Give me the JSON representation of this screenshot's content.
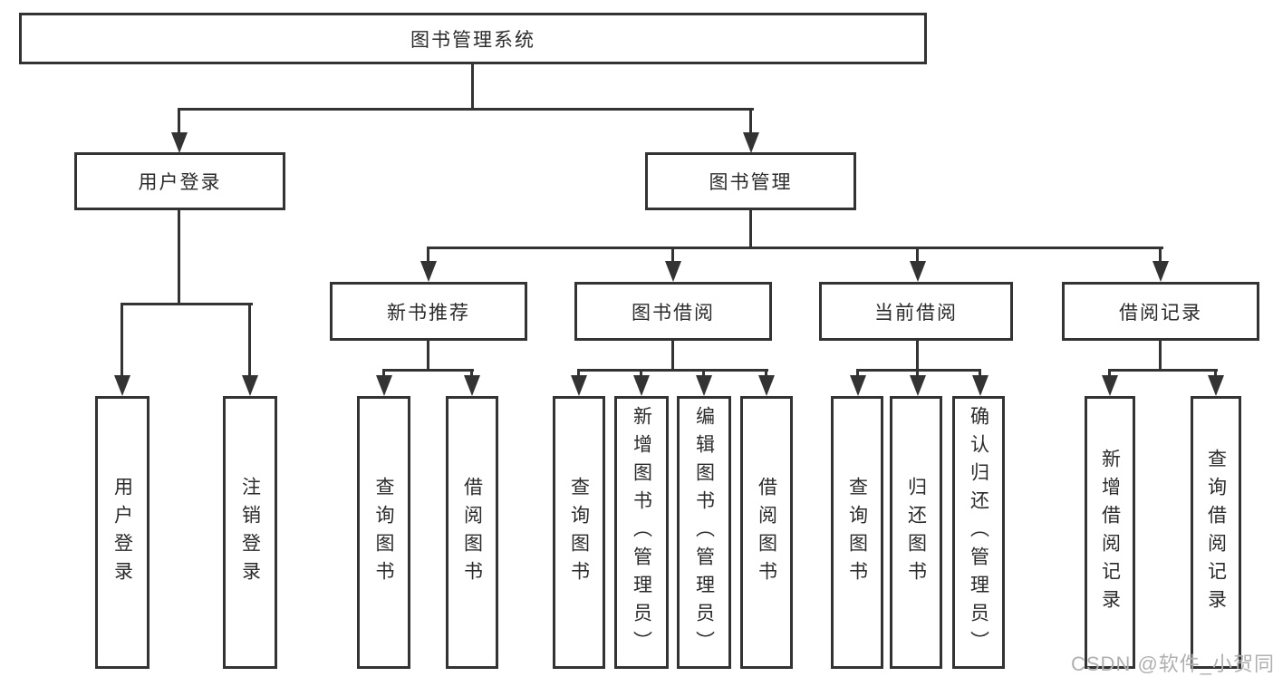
{
  "colors": {
    "line": "#333333",
    "box_fill": "#ffffff",
    "text": "#2b2b2b",
    "watermark": "#b0b0b0"
  },
  "watermark": {
    "text": "CSDN @软件_小贺同学"
  },
  "tree": {
    "root": {
      "label": "图书管理系统",
      "children": [
        {
          "label": "用户登录",
          "children": [
            {
              "label": "用户登录"
            },
            {
              "label": "注销登录"
            }
          ]
        },
        {
          "label": "图书管理",
          "children": [
            {
              "label": "新书推荐",
              "children": [
                {
                  "label": "查询图书"
                },
                {
                  "label": "借阅图书"
                }
              ]
            },
            {
              "label": "图书借阅",
              "children": [
                {
                  "label": "查询图书"
                },
                {
                  "label": "新增图书（管理员）"
                },
                {
                  "label": "编辑图书（管理员）"
                },
                {
                  "label": "借阅图书"
                }
              ]
            },
            {
              "label": "当前借阅",
              "children": [
                {
                  "label": "查询图书"
                },
                {
                  "label": "归还图书"
                },
                {
                  "label": "确认归还（管理员）"
                }
              ]
            },
            {
              "label": "借阅记录",
              "children": [
                {
                  "label": "新增借阅记录"
                },
                {
                  "label": "查询借阅记录"
                }
              ]
            }
          ]
        }
      ]
    }
  }
}
